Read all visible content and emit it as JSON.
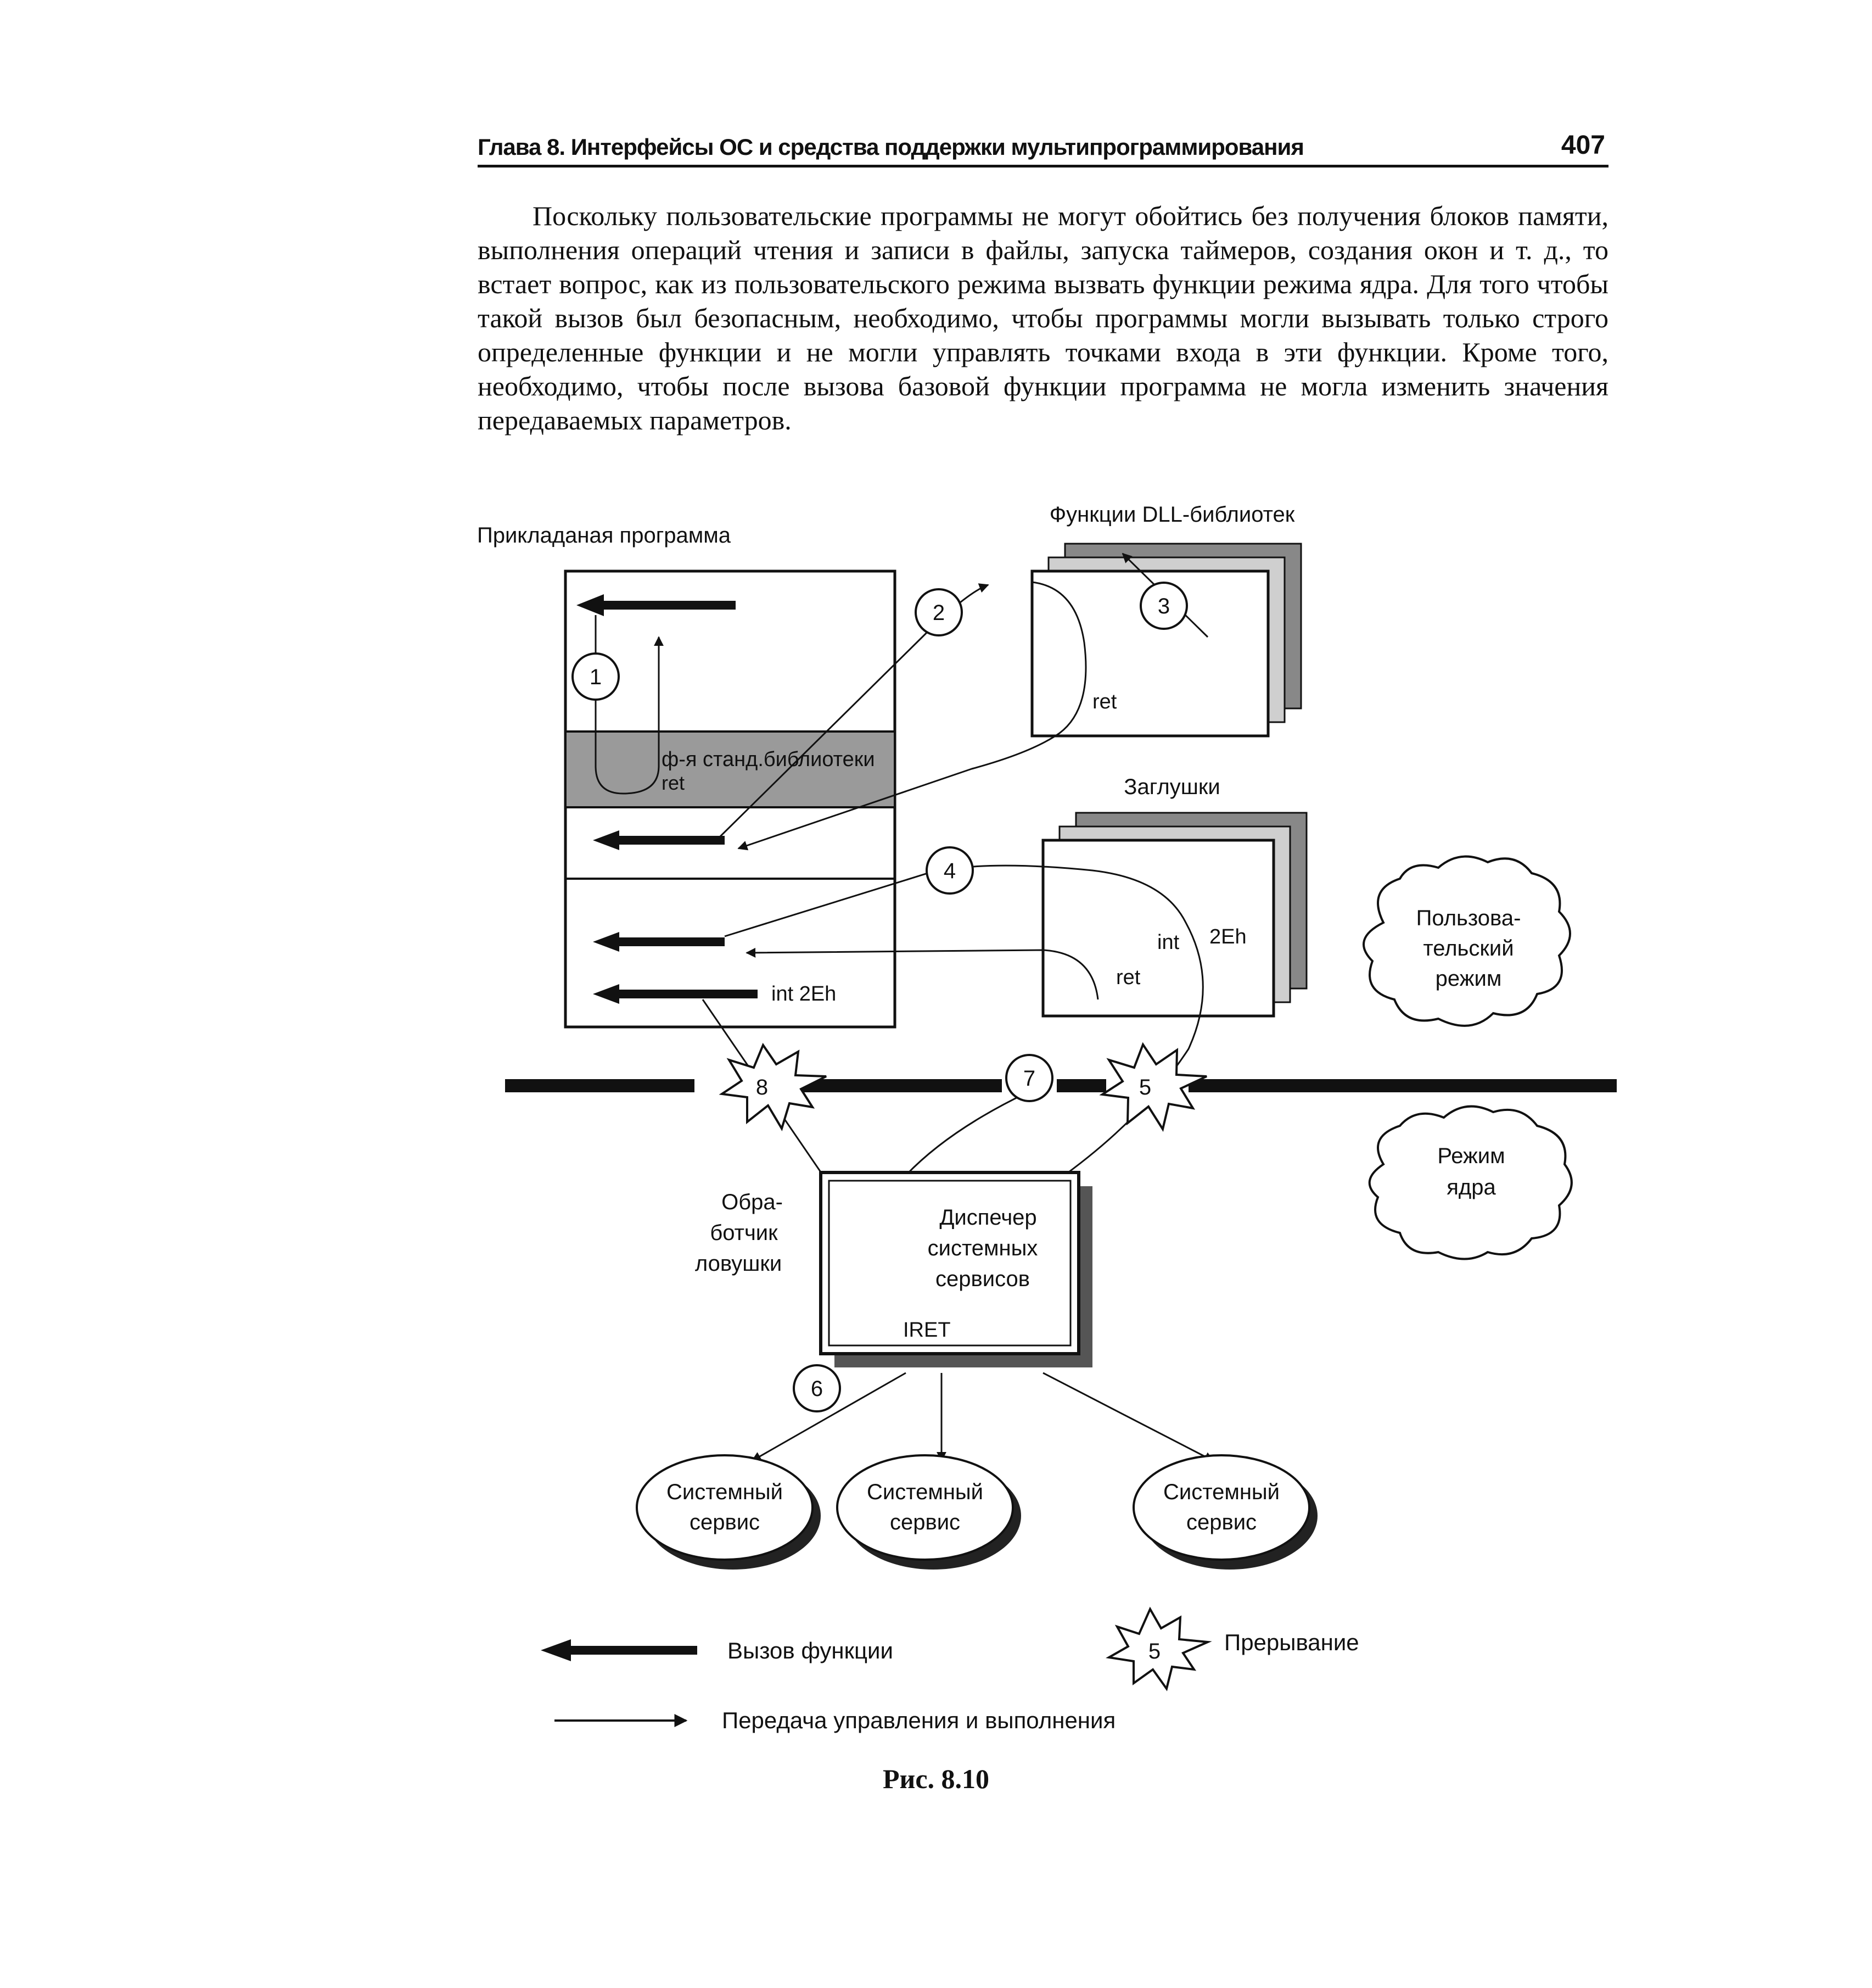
{
  "header": {
    "title": "Глава 8. Интерфейсы ОС и средства поддержки мультипрограммирования",
    "page_number": "407"
  },
  "paragraph": "Поскольку пользовательские программы не могут обойтись без получения блоков памяти, выполнения операций чтения и записи в файлы, запуска таймеров, создания окон и т. д., то встает вопрос, как из пользовательского режима вызвать функции режима ядра. Для того чтобы такой вызов был безопасным, необходимо, чтобы программы могли вызывать только строго определенные функции и не могли управлять точками входа в эти функции. Кроме того, необходимо, чтобы после вызова базовой функции программа не могла изменить значения передаваемых параметров.",
  "figure": {
    "app_title": "Прикладаная программа",
    "dll_title": "Функции DLL-библиотек",
    "stubs_title": "Заглушки",
    "stdlib_label": "ф-я станд.библиотеки",
    "ret": "ret",
    "int_2eh": "int 2Eh",
    "int": "int",
    "two_eh": "2Eh",
    "iret": "IRET",
    "user_mode": [
      "Пользова-",
      "тельский",
      "режим"
    ],
    "kernel_mode": [
      "Режим",
      "ядра"
    ],
    "trap_handler": [
      "Обра-",
      "ботчик",
      "ловушки"
    ],
    "dispatcher": [
      "Диспечер",
      "системных",
      "сервисов"
    ],
    "service": [
      "Системный",
      "сервис"
    ],
    "markers": [
      "1",
      "2",
      "3",
      "4",
      "5",
      "6",
      "7",
      "8"
    ],
    "legend": {
      "call": "Вызов функции",
      "interrupt": "Прерывание",
      "interrupt_num": "5",
      "transfer": "Передача управления и выполнения"
    }
  },
  "caption": "Рис. 8.10"
}
